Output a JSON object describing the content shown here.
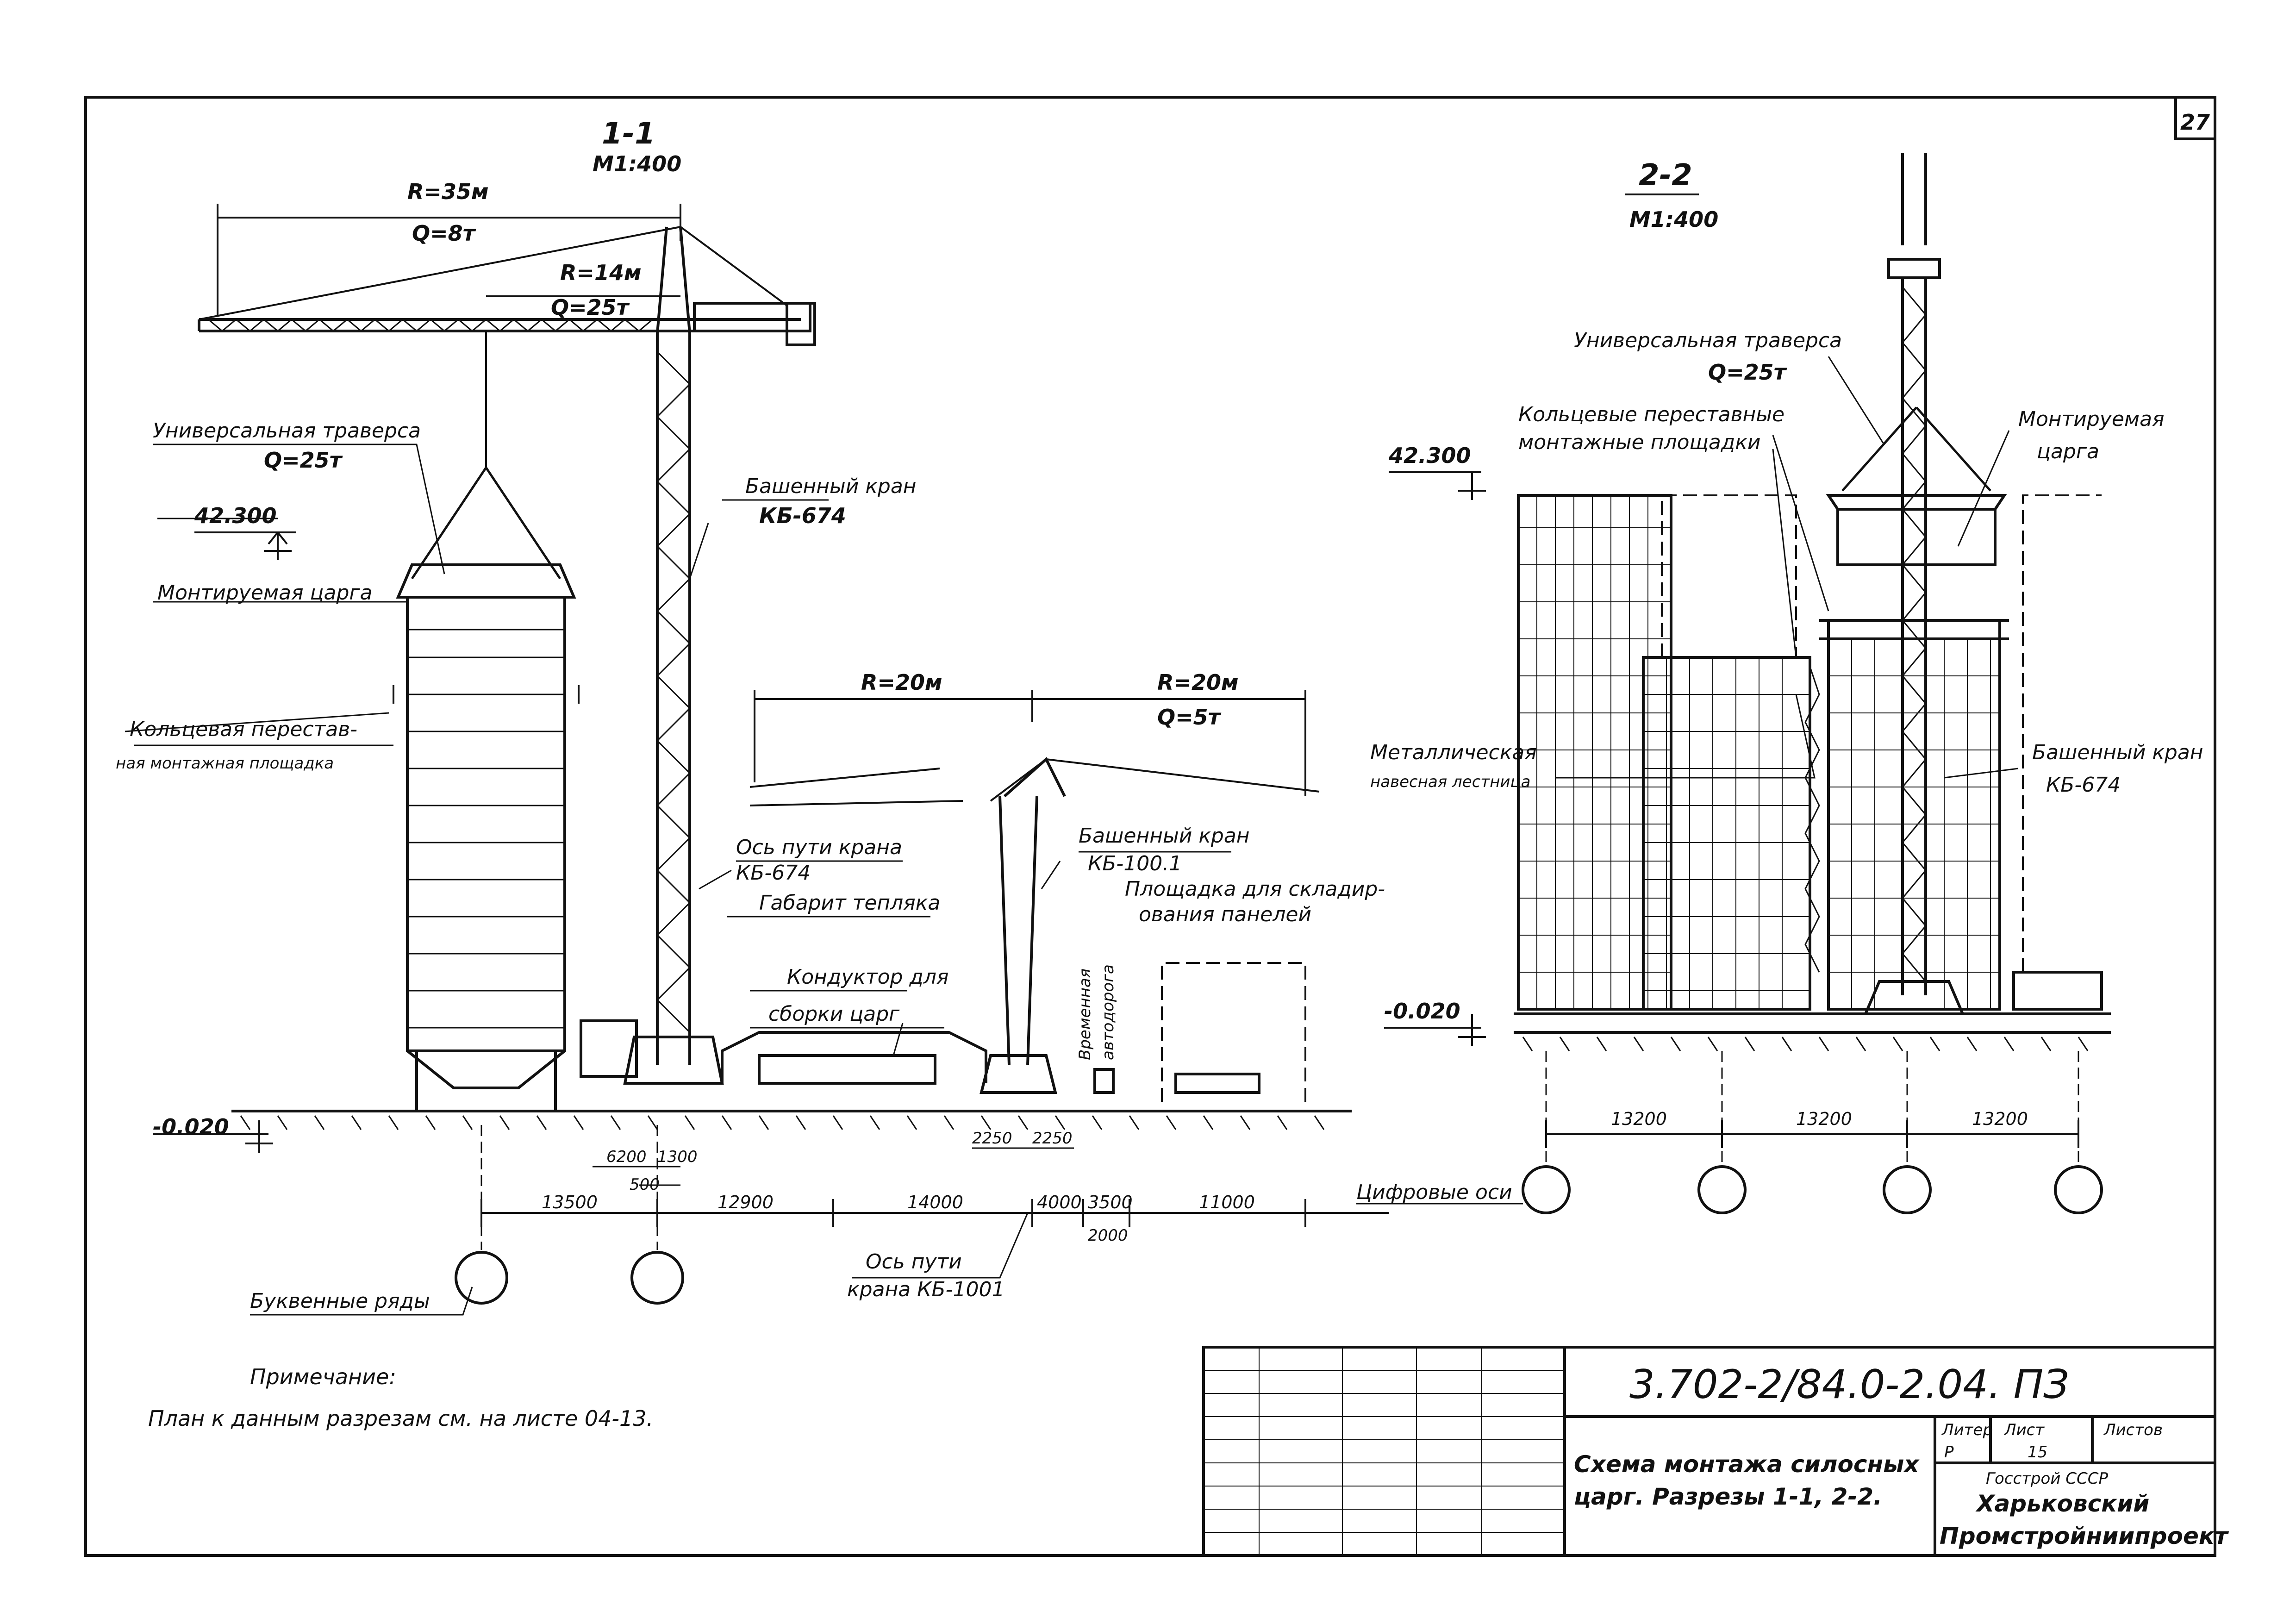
{
  "sheet": {
    "page_number": "27",
    "note_title": "Примечание:",
    "note_text": "План к данным разрезам см. на листе 04-13."
  },
  "section_1": {
    "title": "1-1",
    "scale": "М1:400",
    "crane_main_radius": "R=35м",
    "crane_main_load": "Q=8т",
    "crane_inner_radius": "R=14м",
    "crane_inner_load": "Q=25т",
    "traverse_label": "Универсальная траверса",
    "traverse_load": "Q=25т",
    "elev_top": "42.300",
    "elev_ground": "-0.020",
    "mounted_ring": "Монтируемая царга",
    "ring_platform_1": "Кольцевая перестав-",
    "ring_platform_2": "ная монтажная площадка",
    "tower_crane_label": "Башенный кран",
    "tower_crane_model": "КБ-674",
    "crane_axis_label": "Ось пути крана",
    "crane_axis_model": "КБ-674",
    "warm_shed": "Габарит тепляка",
    "jig_1": "Кондуктор для",
    "jig_2": "сборки царг",
    "small_r1": "R=20м",
    "small_r2": "R=20м",
    "small_load": "Q=5т",
    "small_crane_label": "Башенный кран",
    "small_crane_model": "КБ-100.1",
    "storage_1": "Площадка для складир-",
    "storage_2": "ования панелей",
    "temp_road_1": "Временная",
    "temp_road_2": "автодорога",
    "axis2_label_1": "Ось пути",
    "axis2_label_2": "крана КБ-1001",
    "letter_rows": "Буквенные ряды",
    "dims": [
      "13500",
      "12900",
      "14000",
      "4000",
      "3500",
      "11000"
    ],
    "dims_small": [
      "6200",
      "1300",
      "500",
      "2250",
      "2250",
      "2000"
    ]
  },
  "section_2": {
    "title": "2-2",
    "scale": "М1:400",
    "traverse_label": "Универсальная траверса",
    "traverse_load": "Q=25т",
    "platforms_1": "Кольцевые переставные",
    "platforms_2": "монтажные площадки",
    "mounted_ring_1": "Монтируемая",
    "mounted_ring_2": "царга",
    "elev_top": "42.300",
    "elev_ground": "-0.020",
    "ladder_1": "Металлическая",
    "ladder_2": "навесная лестница",
    "tower_crane_label": "Башенный кран",
    "tower_crane_model": "КБ-674",
    "digit_axes": "Цифровые оси",
    "dims": [
      "13200",
      "13200",
      "13200"
    ]
  },
  "title_block": {
    "doc_code": "3.702-2/84.0-2.04. ПЗ",
    "drawing_title_1": "Схема монтажа силосных",
    "drawing_title_2": "царг. Разрезы 1-1, 2-2.",
    "col_stage": "Литер",
    "col_sheet": "Лист",
    "col_sheets": "Листов",
    "stage_val": "Р",
    "sheet_val": "15",
    "org_1": "Госстрой СССР",
    "org_2": "Харьковский",
    "org_3": "Промстройниипроект"
  }
}
